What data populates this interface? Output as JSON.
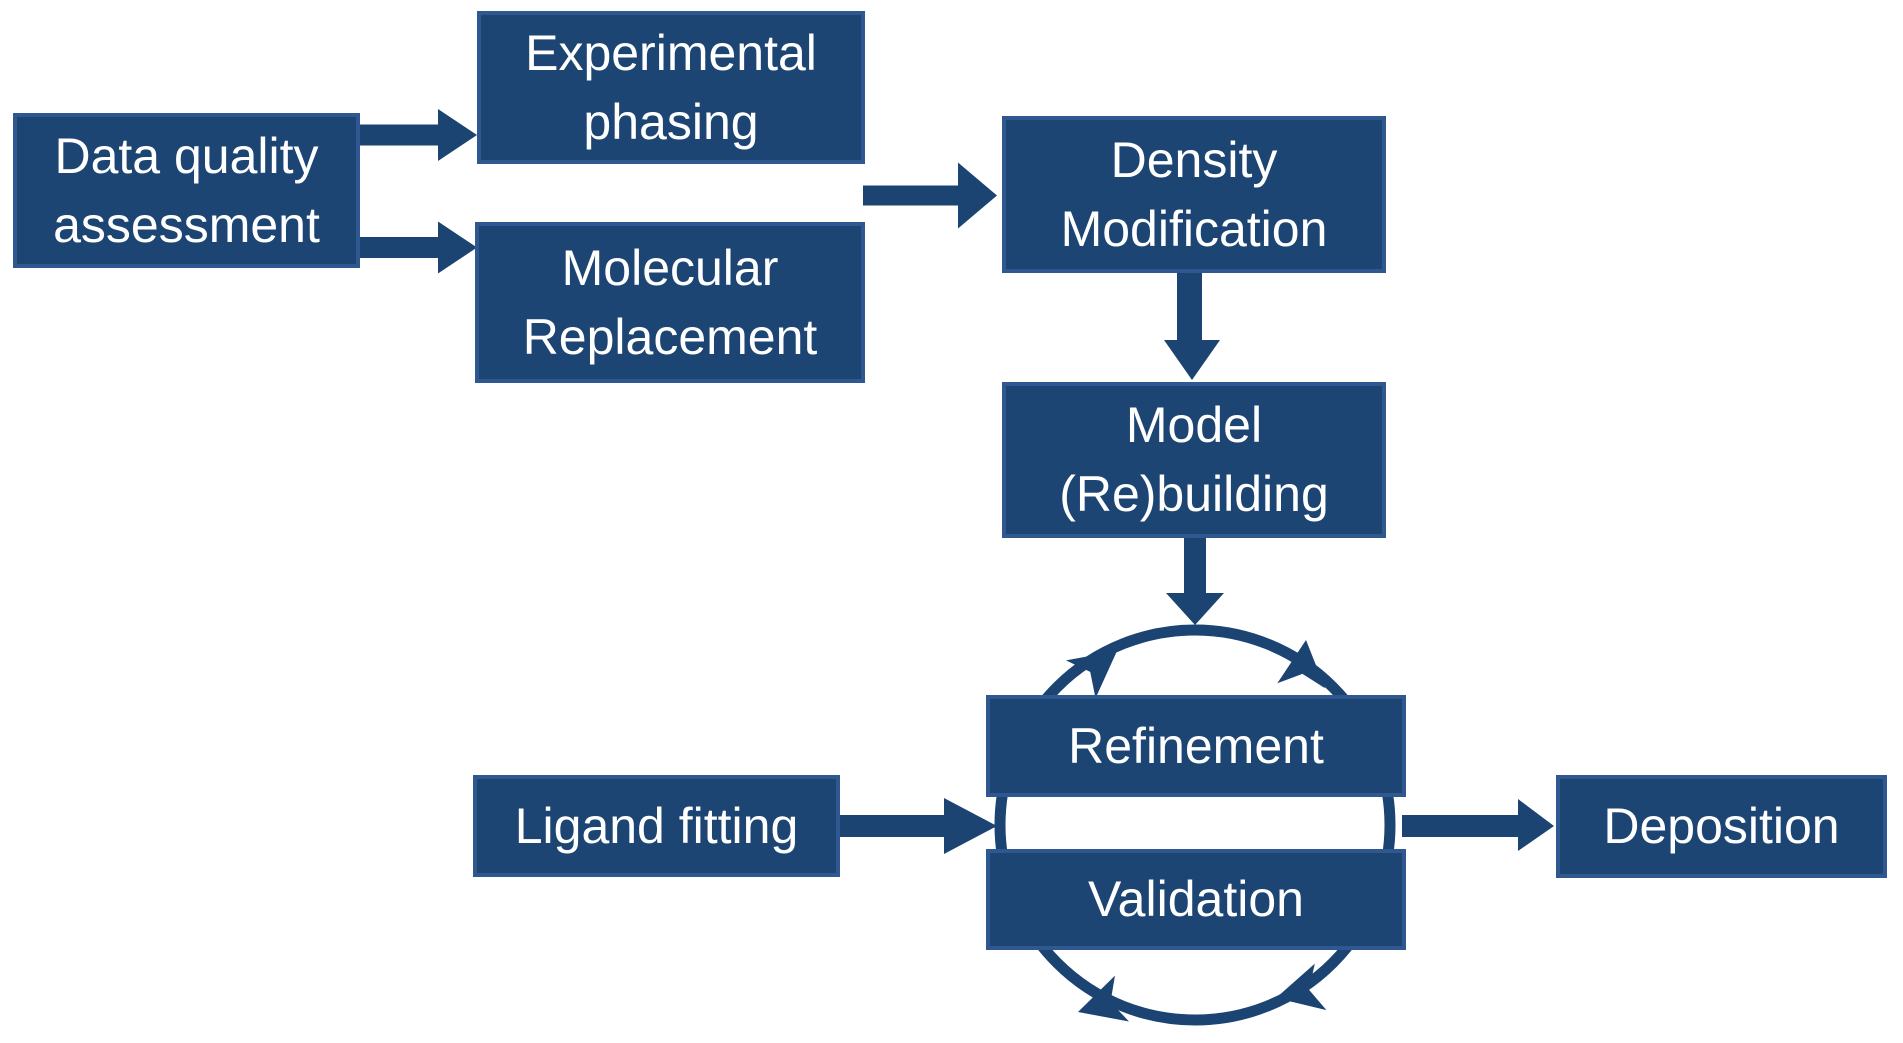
{
  "title": "Crystallographic structure determination workflow diagram",
  "colors": {
    "box_fill": "#1C4573",
    "box_border": "#2F5891",
    "arrow": "#1B4472",
    "text": "#FFFFFF",
    "background": "#FFFFFF"
  },
  "nodes": {
    "data_quality": {
      "line1": "Data quality",
      "line2": "assessment"
    },
    "experimental_phasing": {
      "line1": "Experimental",
      "line2": "phasing"
    },
    "molecular_replacement": {
      "line1": "Molecular",
      "line2": "Replacement"
    },
    "density_modification": {
      "line1": "Density",
      "line2": "Modification"
    },
    "model_rebuilding": {
      "line1": "Model",
      "line2": "(Re)building"
    },
    "refinement": {
      "line1": "Refinement"
    },
    "validation": {
      "line1": "Validation"
    },
    "ligand_fitting": {
      "line1": "Ligand fitting"
    },
    "deposition": {
      "line1": "Deposition"
    }
  },
  "edges": [
    {
      "from": "data_quality",
      "to": "experimental_phasing",
      "type": "block-arrow-right"
    },
    {
      "from": "data_quality",
      "to": "molecular_replacement",
      "type": "block-arrow-right"
    },
    {
      "from": "experimental_phasing|molecular_replacement",
      "to": "density_modification",
      "type": "block-arrow-right"
    },
    {
      "from": "density_modification",
      "to": "model_rebuilding",
      "type": "block-arrow-down"
    },
    {
      "from": "model_rebuilding",
      "to": "refinement_validation_cycle",
      "type": "block-arrow-down"
    },
    {
      "from": "ligand_fitting",
      "to": "refinement_validation_cycle",
      "type": "block-arrow-right"
    },
    {
      "from": "refinement_validation_cycle",
      "to": "deposition",
      "type": "block-arrow-right"
    },
    {
      "from": "refinement",
      "to": "validation",
      "type": "cycle-circle-with-arrowheads"
    }
  ]
}
